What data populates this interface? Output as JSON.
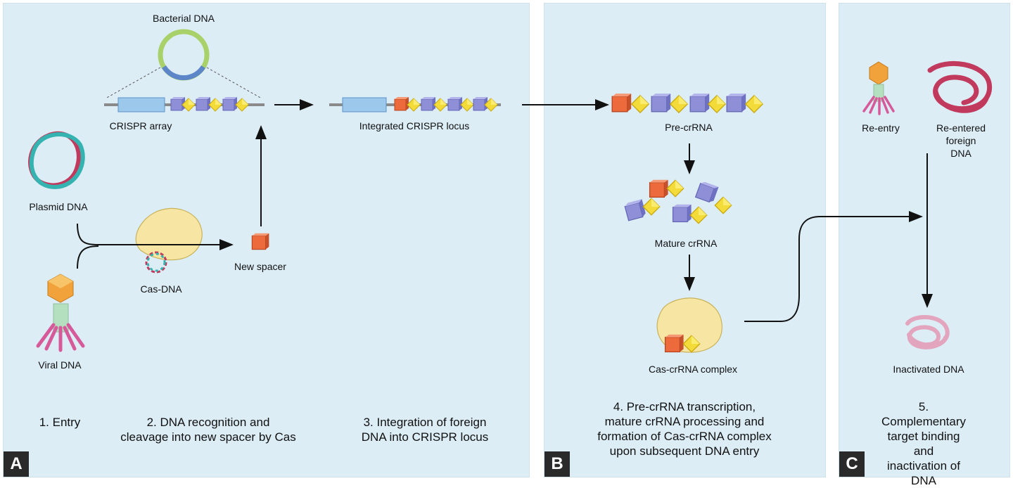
{
  "panels": {
    "a": {
      "badge": "A"
    },
    "b": {
      "badge": "B"
    },
    "c": {
      "badge": "C"
    }
  },
  "labels": {
    "bacterial_dna": "Bacterial DNA",
    "crispr_array": "CRISPR array",
    "integrated_locus": "Integrated CRISPR locus",
    "plasmid_dna": "Plasmid DNA",
    "viral_dna": "Viral DNA",
    "cas_dna": "Cas-DNA",
    "new_spacer": "New spacer",
    "pre_crrna": "Pre-crRNA",
    "mature_crrna": "Mature crRNA",
    "cas_crrna_complex": "Cas-crRNA complex",
    "re_entry": "Re-entry",
    "re_entered_foreign_dna": "Re-entered\nforeign DNA",
    "inactivated_dna": "Inactivated DNA"
  },
  "steps": {
    "step1": "1. Entry",
    "step2": "2. DNA recognition and\ncleavage into new spacer by Cas",
    "step3": "3. Integration of foreign\nDNA into CRISPR locus",
    "step4": "4. Pre-crRNA transcription,\nmature crRNA processing and\nformation of Cas-crRNA complex\nupon subsequent DNA entry",
    "step5": "5. Complementary\ntarget binding and\ninactivation of DNA"
  },
  "colors": {
    "panel_bg": "#dcedf6",
    "repeat_yellow": "#f3dc3a",
    "spacer_purple": "#8e8fd6",
    "new_spacer_orange": "#ec6a3c",
    "leader_blue": "#9cc8ec",
    "cas_protein": "#f7e6a3",
    "plasmid_teal": "#35b3b0",
    "plasmid_red": "#c13a5d",
    "phage_head": "#f2a23a",
    "phage_tail": "#b5e0c0",
    "phage_legs": "#d65a9a",
    "bacterial_ring_green": "#a9d16a",
    "bacterial_ring_blue": "#5c86c8"
  }
}
